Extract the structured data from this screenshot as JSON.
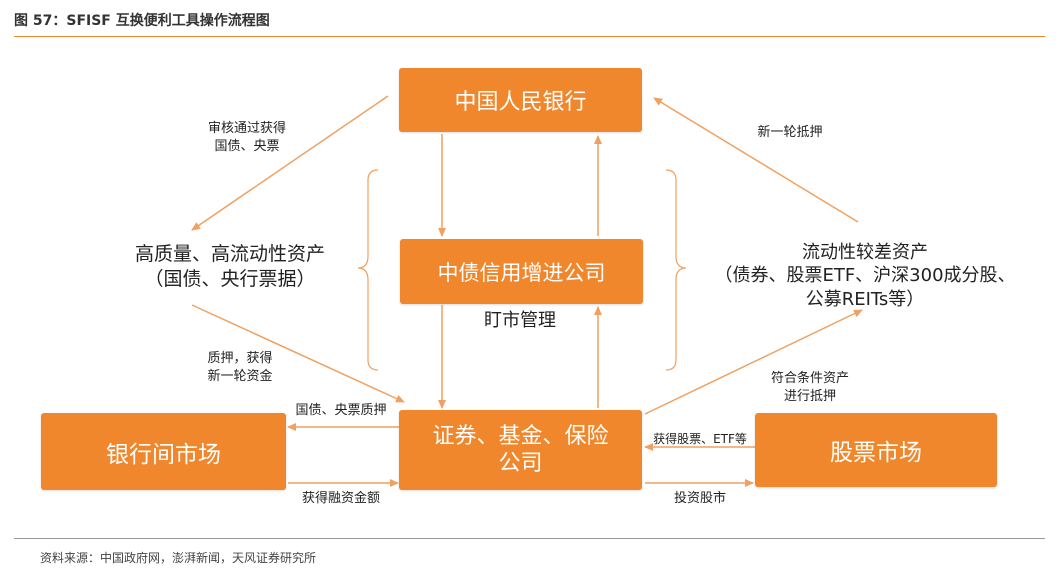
{
  "figure_title": "图 57：SFISF 互换便利工具操作流程图",
  "source": "资料来源：中国政府网，澎湃新闻，天风证券研究所",
  "nodes": {
    "pboc": "中国人民银行",
    "csci": "中债信用增进公司",
    "institutions_l1": "证券、基金、保险",
    "institutions_l2": "公司",
    "interbank": "银行间市场",
    "stock": "股票市场"
  },
  "texts": {
    "high_quality_l1": "高质量、高流动性资产",
    "high_quality_l2": "（国债、央行票据）",
    "low_liquidity_l1": "流动性较差资产",
    "low_liquidity_l2": "（债券、股票ETF、沪深300成分股、",
    "low_liquidity_l3": "公募REITs等）",
    "monitor": "盯市管理"
  },
  "edge_labels": {
    "review_l1": "审核通过获得",
    "review_l2": "国债、央票",
    "new_pledge": "新一轮抵押",
    "pledge_funds_l1": "质押，获得",
    "pledge_funds_l2": "新一轮资金",
    "eligible_l1": "符合条件资产",
    "eligible_l2": "进行抵押",
    "bond_pledge": "国债、央票质押",
    "financing": "获得融资金额",
    "get_stock": "获得股票、ETF等",
    "invest": "投资股市"
  },
  "colors": {
    "box": "#F0872C",
    "arrow": "#F0A060",
    "title_rule": "#E8882E"
  }
}
